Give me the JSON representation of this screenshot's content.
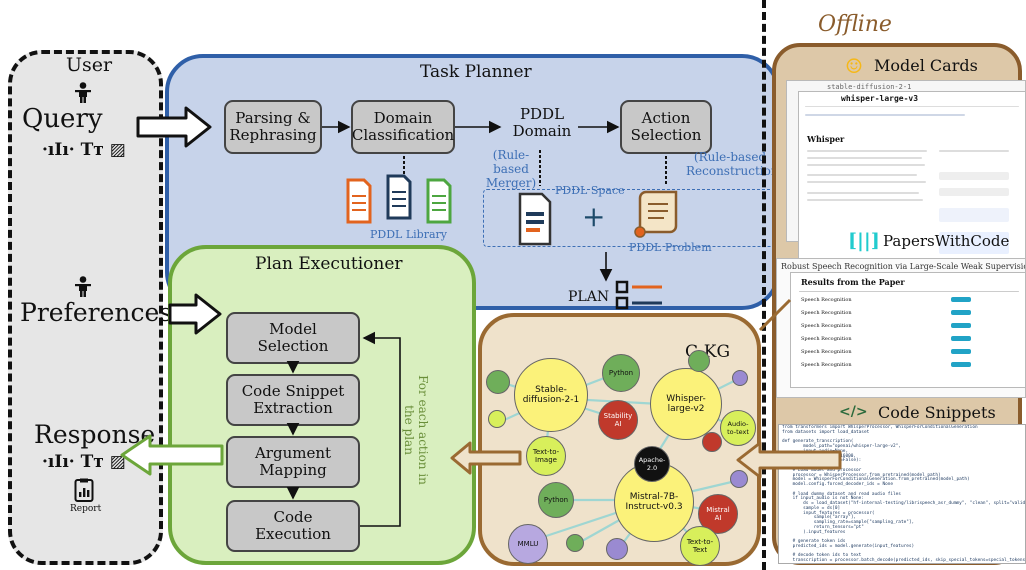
{
  "user": {
    "title": "User",
    "query": "Query",
    "preferences": "Preferences",
    "response": "Response",
    "report": "Report"
  },
  "planner": {
    "title": "Task Planner",
    "parsing": "Parsing & Rephrasing",
    "domain_classification": "Domain Classification",
    "pddl_domain": "PDDL Domain",
    "action_selection": "Action Selection",
    "rule_merger": "(Rule-based Merger)",
    "rule_reconstruction": "(Rule-based Reconstruction)",
    "pddl_space": "PDDL Space",
    "pddl_library": "PDDL Library",
    "pddl_problem": "PDDL Problem",
    "plan": "PLAN"
  },
  "executor": {
    "title": "Plan Executioner",
    "steps": [
      "Model Selection",
      "Code Snippet Extraction",
      "Argument Mapping",
      "Code Execution"
    ],
    "loop_label": "For each action in the plan"
  },
  "ckg": {
    "title": "C-KG",
    "nodes": {
      "stable": "Stable-diffusion-2-1",
      "whisper": "Whisper-large-v2",
      "mistral": "Mistral-7B-Instruct-v0.3",
      "python1": "Python",
      "python2": "Python",
      "stability": "Stability AI",
      "mistralai": "Mistral AI",
      "apache": "Apache-2.0",
      "text_to_image": "Text-to-Image",
      "audio_to_text": "Audio-to-text",
      "mmlu": "MMLU",
      "text_to_text": "Text-to-Text"
    }
  },
  "offline": {
    "title": "Offline",
    "model_cards": "Model Cards",
    "papers_with_code": "PapersWithCode",
    "code_snippets": "Code Snippets",
    "mc_repo": "whisper-large-v3",
    "mc_repo_back": "stable-diffusion-2-1",
    "mc_heading": "Whisper",
    "pwc_paper": "Robust Speech Recognition via Large-Scale Weak Supervision",
    "pwc_results": "Results from the Paper",
    "pwc_rows": [
      "Speech Recognition",
      "Speech Recognition",
      "Speech Recognition",
      "Speech Recognition",
      "Speech Recognition",
      "Speech Recognition"
    ],
    "code_lines": [
      "from transformers import WhisperProcessor, WhisperForConditionalGeneration",
      "from datasets import load_dataset",
      "",
      "def generate_transcription(",
      "        model_path=\"openai/whisper-large-v2\",",
      "        input_audio=None,",
      "        sampling_rate=16000,",
      "        special_tokens=False):",
      "",
      "    # Load model and processor",
      "    processor = WhisperProcessor.from_pretrained(model_path)",
      "    model = WhisperForConditionalGeneration.from_pretrained(model_path)",
      "    model.config.forced_decoder_ids = None",
      "",
      "    # load dummy dataset and read audio files",
      "    if input_audio is not None:",
      "        ds = load_dataset(\"hf-internal-testing/librispeech_asr_dummy\", \"clean\", split=\"validation\")",
      "        sample = ds[0]",
      "        input_features = processor(",
      "            sample[\"array\"],",
      "            sampling_rate=sample[\"sampling_rate\"],",
      "            return_tensors=\"pt\"",
      "        ).input_features",
      "",
      "    # generate token ids",
      "    predicted_ids = model.generate(input_features)",
      "",
      "    # decode token ids to text",
      "    transcription = processor.batch_decode(predicted_ids, skip_special_tokens=special_tokens)"
    ]
  },
  "colors": {
    "planner_fill": "#c7d3ea",
    "planner_border": "#2f5fa8",
    "executor_fill": "#d9efbf",
    "executor_border": "#6ca63a",
    "ckg_fill": "#efe2cb",
    "ckg_border": "#9a6a32",
    "offline_fill": "#ddc8a8",
    "user_fill": "#e6e6e6",
    "step_fill": "#c8c8c8",
    "accent_blue": "#3d6fb5",
    "node_yellow": "#fbf27a",
    "node_green": "#6fae5a",
    "node_red": "#c0392b",
    "node_lime": "#d8ef5b"
  }
}
